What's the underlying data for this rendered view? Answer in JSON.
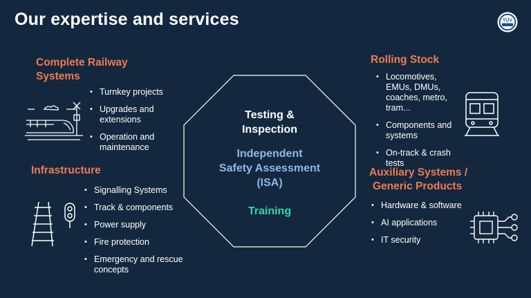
{
  "page": {
    "title": "Our expertise and services"
  },
  "logo": {
    "text": "TÜV"
  },
  "left": {
    "railway": {
      "heading_line1": "Complete Railway",
      "heading_line2": "Systems",
      "items": [
        "Turnkey projects",
        "Upgrades and extensions",
        "Operation and maintenance"
      ]
    },
    "infrastructure": {
      "heading": "Infrastructure",
      "items": [
        "Signalling Systems",
        "Track & components",
        "Power supply",
        "Fire protection",
        "Emergency and rescue concepts"
      ]
    }
  },
  "center": {
    "line1": "Testing &",
    "line2": "Inspection",
    "isa1": "Independent",
    "isa2": "Safety Assessment",
    "isa3": "(ISA)",
    "training": "Training"
  },
  "right": {
    "rolling": {
      "heading": "Rolling Stock",
      "items": [
        "Locomotives, EMUs, DMUs, coaches, metro, tram...",
        "Components and systems",
        "On-track & crash tests"
      ]
    },
    "auxiliary": {
      "heading_line1": "Auxiliary Systems /",
      "heading_line2": "Generic Products",
      "items": [
        "Hardware & software",
        "AI applications",
        "IT security"
      ]
    }
  },
  "icons": [
    "train-crossing-icon",
    "railway-track-signal-icon",
    "train-front-icon",
    "microchip-icon"
  ],
  "colors": {
    "background": "#13283e",
    "accent": "#f07b50",
    "isa": "#8fb8e6",
    "training": "#2fd7a6"
  }
}
